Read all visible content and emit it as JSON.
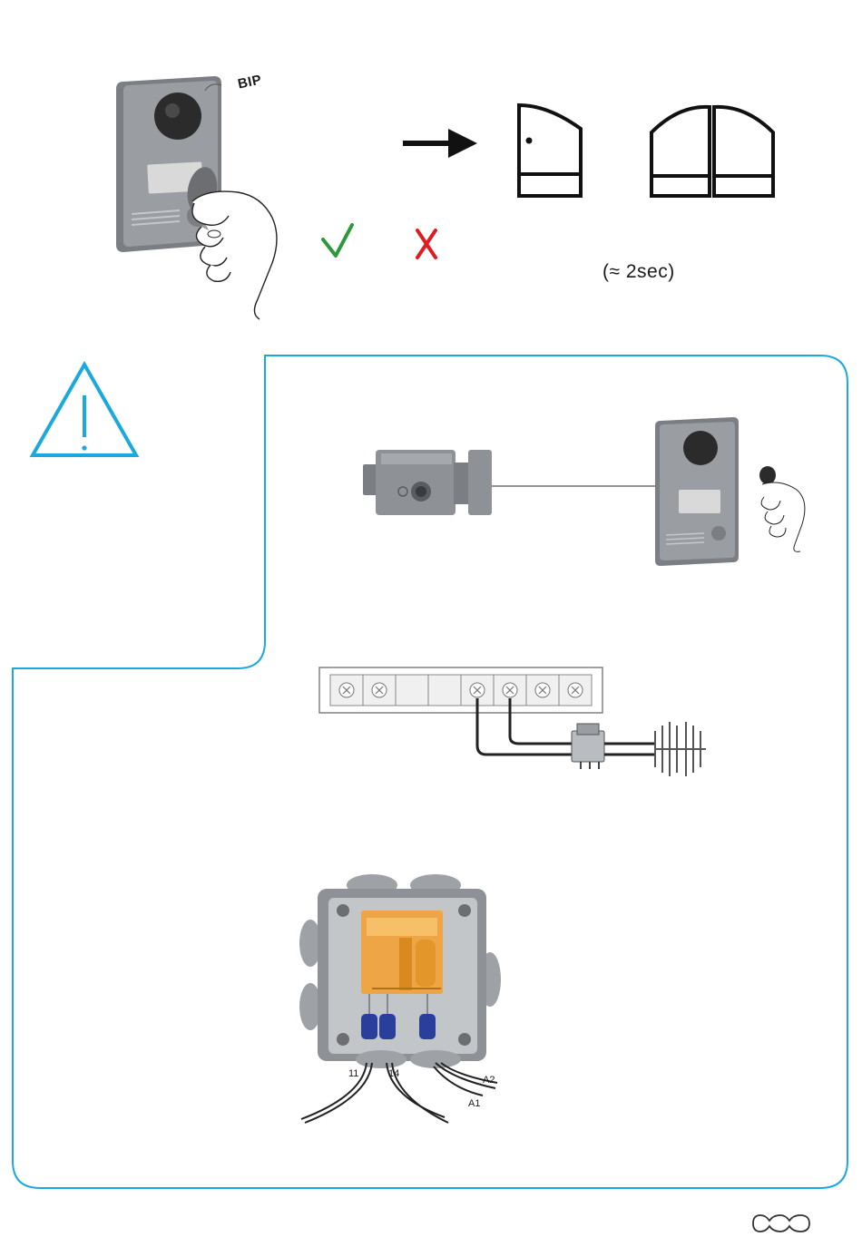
{
  "step": {
    "beep_label": "BIP",
    "duration_label": "(≈ 2sec)"
  },
  "relay": {
    "terminal_11": "11",
    "terminal_14": "14",
    "terminal_a2": "A2",
    "terminal_a1": "A1"
  },
  "colors": {
    "accent": "#1aa9dd",
    "check": "#2c9a3c",
    "cross": "#e11b22",
    "panel_gray": "#8e9196",
    "relay_orange": "#f2a23a",
    "connector_blue": "#2a3f9b"
  }
}
